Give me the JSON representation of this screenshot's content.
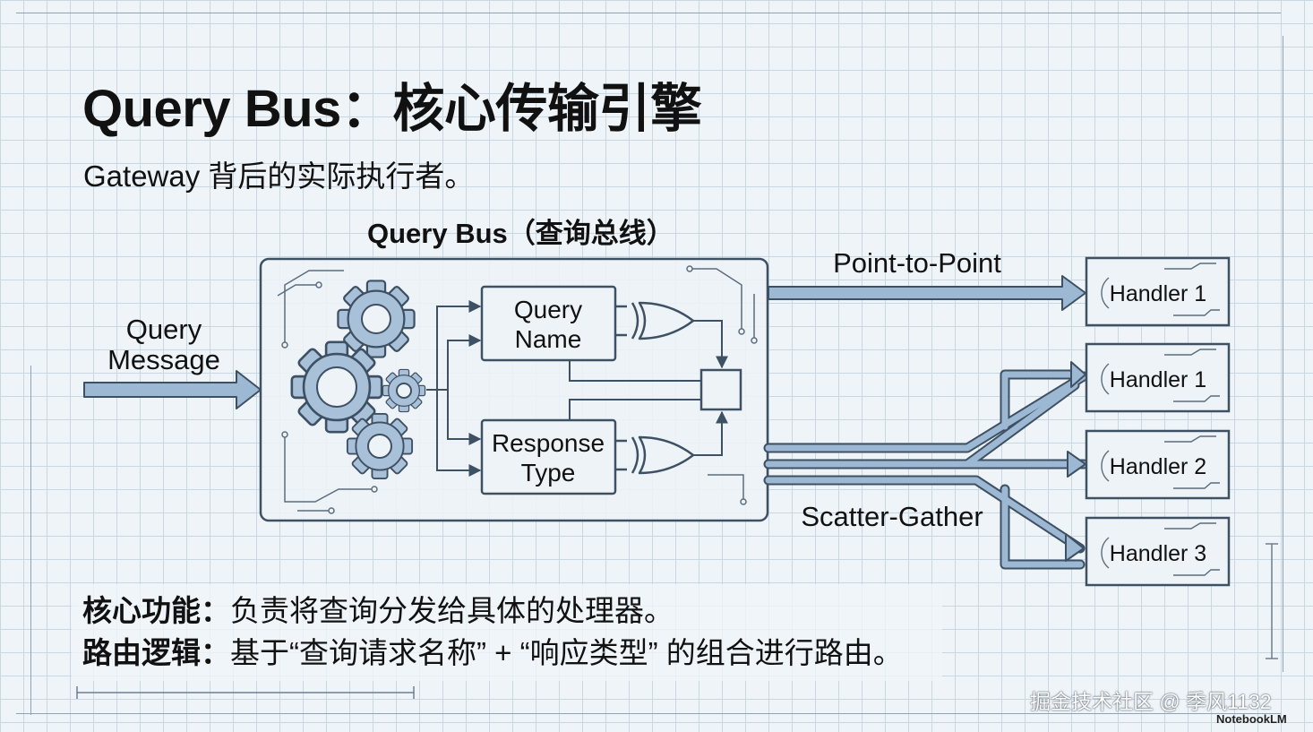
{
  "title": "Query Bus：核心传输引擎",
  "subtitle": "Gateway 背后的实际执行者。",
  "diagram": {
    "bus_title": "Query Bus（查询总线）",
    "input_label_line1": "Query",
    "input_label_line2": "Message",
    "box_query_name_line1": "Query",
    "box_query_name_line2": "Name",
    "box_response_type_line1": "Response",
    "box_response_type_line2": "Type",
    "point_to_point_label": "Point-to-Point",
    "scatter_gather_label": "Scatter-Gather",
    "handlers": [
      "Handler 1",
      "Handler 1",
      "Handler 2",
      "Handler 3"
    ]
  },
  "bullets": [
    {
      "label": "核心功能：",
      "text": "负责将查询分发给具体的处理器。"
    },
    {
      "label": "路由逻辑：",
      "text": "基于“查询请求名称” + “响应类型” 的组合进行路由。"
    }
  ],
  "watermark": "掘金技术社区 @ 季风1132",
  "brand": "NotebookLM",
  "colors": {
    "line": "#3e5063",
    "arrow_fill": "#9db8d2",
    "gear_fill": "#a9c1d8",
    "box_fill": "#eef3f7"
  }
}
